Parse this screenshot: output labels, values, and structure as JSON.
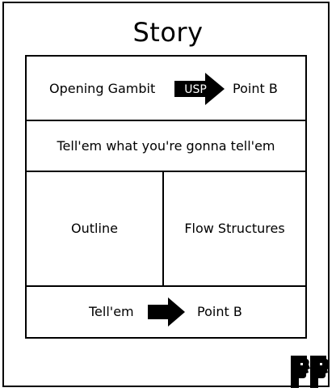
{
  "title": "Story",
  "rows": {
    "opening": {
      "left": "Opening Gambit",
      "arrow_label": "USP",
      "right": "Point B"
    },
    "tell_intro": "Tell'em what you're gonna tell'em",
    "middle": {
      "left": "Outline",
      "right": "Flow Structures"
    },
    "tell": {
      "left": "Tell'em",
      "right": "Point B"
    }
  },
  "icons": {
    "arrow": "right-arrow-icon",
    "logo": "two-faces-logo-icon"
  },
  "colors": {
    "line": "#000000",
    "background": "#ffffff"
  }
}
